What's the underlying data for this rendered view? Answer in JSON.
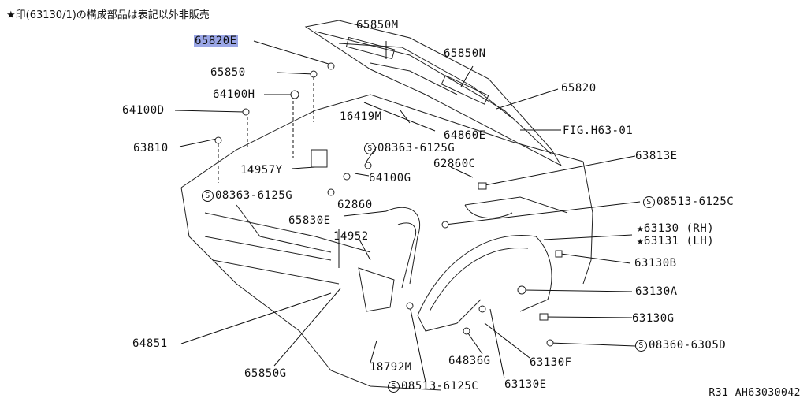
{
  "note": "★印(63130/1)の構成部品は表記以外非販売",
  "footer": "R31  AH63030042",
  "labels": {
    "p65850M": "65850M",
    "p65820E": "65820E",
    "p65850N": "65850N",
    "p65850": "65850",
    "p64100H": "64100H",
    "p65820": "65820",
    "p64100D": "64100D",
    "p16419M": "16419M",
    "p64860E": "64860E",
    "pFIG": "FIG.H63-01",
    "p63810": "63810",
    "p08363a": "08363-6125G",
    "p14957Y": "14957Y",
    "p62860C": "62860C",
    "p64100G": "64100G",
    "p63813E": "63813E",
    "p08363b": "08363-6125G",
    "p08513a": "08513-6125C",
    "p62860": "62860",
    "p63130": "★63130 (RH)",
    "p63131": "★63131 (LH)",
    "p65830E": "65830E",
    "p14952": "14952",
    "p63130B": "63130B",
    "p63130A": "63130A",
    "p63130G": "63130G",
    "p08360": "08360-6305D",
    "p64851": "64851",
    "p65850G": "65850G",
    "p18792M": "18792M",
    "p64836G": "64836G",
    "p63130F": "63130F",
    "p08513b": "08513-6125C",
    "p63130E": "63130E"
  },
  "screw_symbol": "S"
}
